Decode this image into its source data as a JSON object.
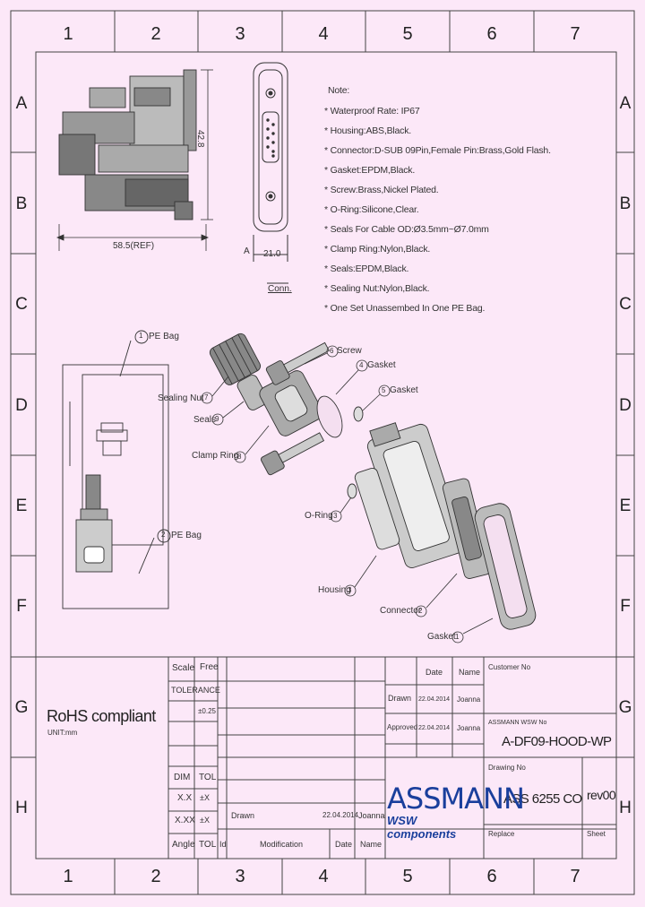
{
  "grid": {
    "columns": [
      "1",
      "2",
      "3",
      "4",
      "5",
      "6",
      "7"
    ],
    "rows": [
      "A",
      "B",
      "C",
      "D",
      "E",
      "F",
      "G",
      "H"
    ]
  },
  "top_view": {
    "dim_width": "58.5(REF)",
    "dim_height": "42.8"
  },
  "front_view": {
    "dim_width": "21.0",
    "view_label": "A",
    "caption": "Conn."
  },
  "notes": {
    "title": "Note:",
    "items": [
      "* Waterproof Rate: IP67",
      "* Housing:ABS,Black.",
      "* Connector:D-SUB 09Pin,Female Pin:Brass,Gold Flash.",
      "* Gasket:EPDM,Black.",
      "* Screw:Brass,Nickel Plated.",
      "* O-Ring:Silicone,Clear.",
      "* Seals For Cable OD:Ø3.5mm~Ø7.0mm",
      "* Clamp Ring:Nylon,Black.",
      "* Seals:EPDM,Black.",
      "* Sealing Nut:Nylon,Black.",
      "* One Set Unassembed In One PE Bag."
    ]
  },
  "packaging": {
    "pe_bag_1": "PE Bag",
    "pe_bag_2": "PE Bag",
    "num_1": "1",
    "num_2": "2"
  },
  "exploded": {
    "screw": {
      "name": "Screw",
      "num": "6"
    },
    "gasket4": {
      "name": "Gasket",
      "num": "4"
    },
    "gasket5": {
      "name": "Gasket",
      "num": "5"
    },
    "sealing_nut": {
      "name": "Sealing Nut",
      "num": "7"
    },
    "seals": {
      "name": "Seals",
      "num": "9"
    },
    "clamp_ring": {
      "name": "Clamp Ring",
      "num": "8"
    },
    "o_ring": {
      "name": "O-Ring",
      "num": "3"
    },
    "housing": {
      "name": "Housing",
      "num": "3"
    },
    "connector": {
      "name": "Connector",
      "num": "2"
    },
    "gasket1": {
      "name": "Gasket",
      "num": "1"
    }
  },
  "title_block": {
    "rohs": "RoHS compliant",
    "unit": "UNIT:mm",
    "scale_label": "Scale",
    "scale_value": "Free",
    "tolerance_label": "TOLERANCE",
    "tolerance_value": "±0.25",
    "dim_label": "DIM",
    "tol_label": "TOL",
    "x1": "X.X",
    "x1_tol": "±X",
    "x2": "X.XX",
    "x2_tol": "±X",
    "angle_label": "Angle",
    "angle_tol": "TOL",
    "rev_drawn": "Drawn",
    "rev_date": "22.04.2014",
    "rev_name": "Joanna",
    "rev_id": "Id",
    "rev_mod": "Modification",
    "rev_date_hdr": "Date",
    "rev_name_hdr": "Name",
    "date_hdr": "Date",
    "name_hdr": "Name",
    "drawn_label": "Drawn",
    "drawn_date": "22.04.2014",
    "drawn_name": "Joanna",
    "approved_label": "Approved",
    "approved_date": "22.04.2014",
    "approved_name": "Joanna",
    "customer_no_label": "Customer No",
    "assmann_no_label": "ASSMANN WSW No",
    "part_no": "A-DF09-HOOD-WP",
    "drawing_no_label": "Drawing No",
    "drawing_no": "ASS 6255 CO",
    "rev": "rev00",
    "replace_label": "Replace",
    "sheet_label": "Sheet",
    "logo_main": "ASSMANN",
    "logo_sub": "WSW components"
  }
}
